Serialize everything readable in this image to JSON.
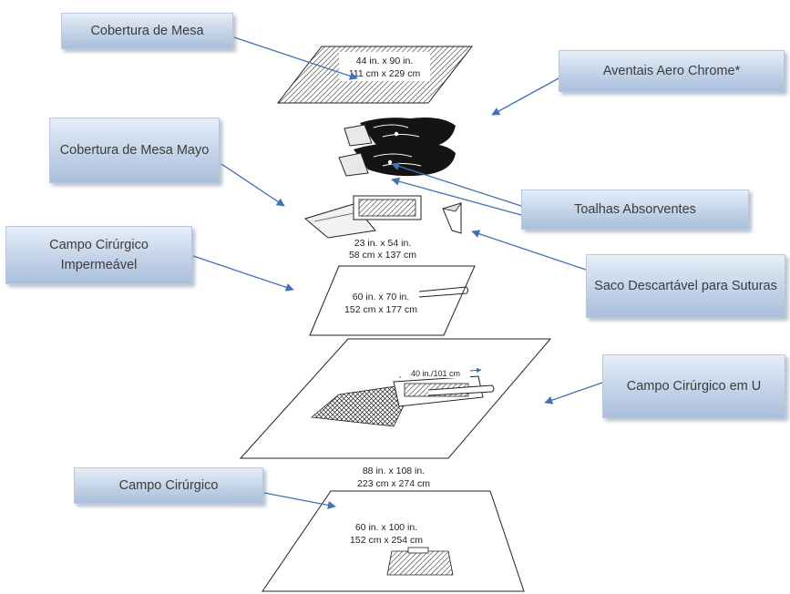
{
  "callouts": {
    "table_cover": "Cobertura de Mesa",
    "aero_gowns": "Aventais Aero Chrome*",
    "mayo_cover": "Cobertura de Mesa Mayo",
    "waterproof_drape": "Campo Cirúrgico Impermeável",
    "absorbent_towels": "Toalhas Absorventes",
    "suture_bag": "Saco Descartável para Suturas",
    "u_drape": "Campo Cirúrgico em U",
    "surgical_drape": "Campo Cirúrgico"
  },
  "dimensions": {
    "table_cover": [
      "44 in. x 90 in.",
      "111 cm x 229 cm"
    ],
    "mayo_cover": [
      "23 in. x 54 in.",
      "58 cm x 137 cm"
    ],
    "waterproof_drape": [
      "60 in. x 70 in.",
      "152 cm x 177 cm"
    ],
    "u_drape_slot": "40 in./101 cm",
    "u_drape": [
      "88 in. x 108 in.",
      "223 cm x 274 cm"
    ],
    "surgical_drape": [
      "60 in. x 100 in.",
      "152 cm x 254 cm"
    ]
  }
}
